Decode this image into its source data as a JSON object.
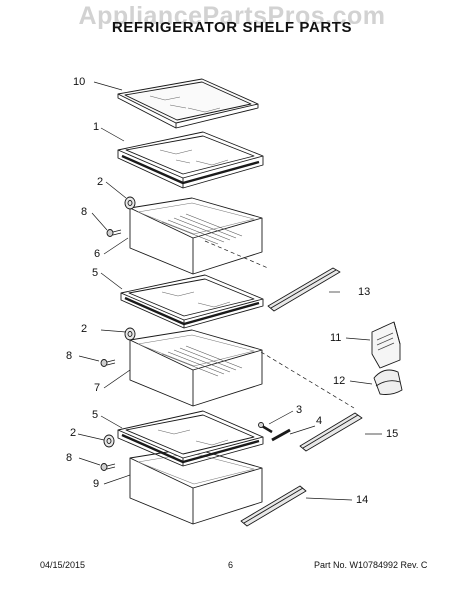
{
  "watermark": "AppliancePartsPros.com",
  "title": "REFRIGERATOR SHELF PARTS",
  "callouts": {
    "c10": "10",
    "c1": "1",
    "c2a": "2",
    "c8a": "8",
    "c6": "6",
    "c5a": "5",
    "c13": "13",
    "c11": "11",
    "c2b": "2",
    "c8b": "8",
    "c12": "12",
    "c7": "7",
    "c5b": "5",
    "c3": "3",
    "c4": "4",
    "c2c": "2",
    "c15": "15",
    "c8c": "8",
    "c9": "9",
    "c14": "14"
  },
  "footer": {
    "date": "04/15/2015",
    "page": "6",
    "part_no": "Part No.  W10784992  Rev.  C"
  }
}
